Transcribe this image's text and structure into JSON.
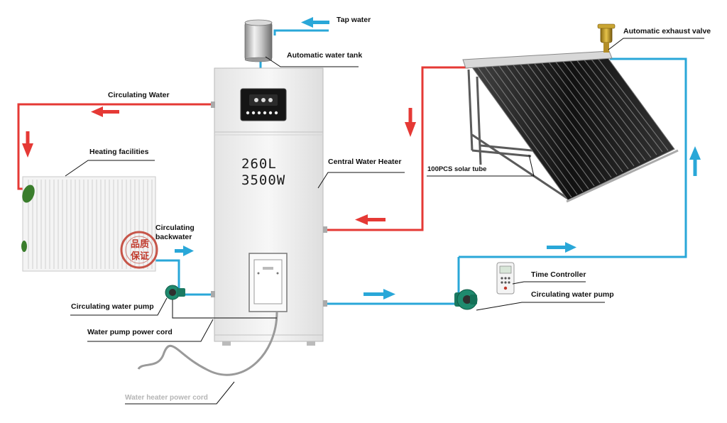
{
  "labels": {
    "tap_water": "Tap water",
    "automatic_water_tank": "Automatic water tank",
    "automatic_exhaust_valve": "Automatic exhaust valve",
    "circulating_water": "Circulating Water",
    "heating_facilities": "Heating facilities",
    "central_water_heater": "Central Water Heater",
    "solar_tube": "100PCS solar tube",
    "circulating_backwater_line1": "Circulating",
    "circulating_backwater_line2": "backwater",
    "circulating_water_pump_left": "Circulating water pump",
    "water_pump_power_cord": "Water pump power cord",
    "water_heater_power_cord": "Water heater power cord",
    "time_controller": "Time Controller",
    "circulating_water_pump_right": "Circulating water pump"
  },
  "heater": {
    "capacity": "260L",
    "power": "3500W"
  },
  "stamp": {
    "line1": "品质",
    "line2": "保证"
  },
  "colors": {
    "hot_pipe": "#e53935",
    "cold_pipe": "#29a7d8",
    "pump_green": "#1f8a6e",
    "heater_body": "#f1f1f1"
  }
}
